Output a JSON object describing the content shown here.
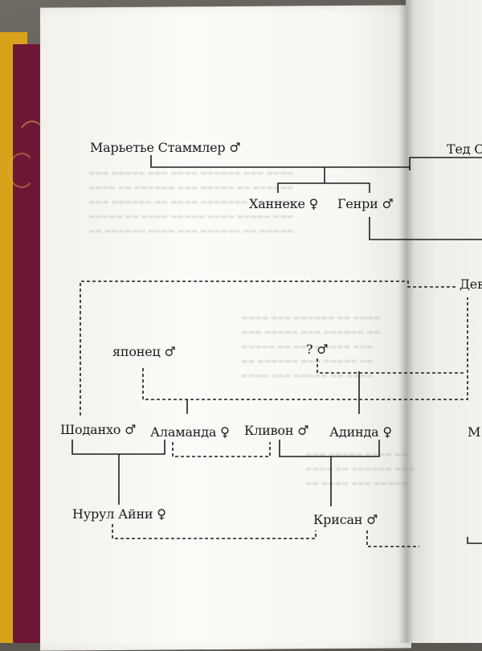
{
  "people": {
    "marietje": "Марьетье Стаммлер ♂",
    "ted": "Тед С",
    "hanneke": "Ханнеке ♀",
    "henri": "Генри ♂",
    "dev": "Дев",
    "japanese": "японец ♂",
    "unknown": "? ♂",
    "shodankho": "Шоданхо ♂",
    "alamanda": "Аламанда ♀",
    "klivon": "Кливон ♂",
    "adinda": "Адинда ♀",
    "m_right": "М",
    "nurul": "Нурул Айни ♀",
    "krisan": "Крисан ♂"
  }
}
